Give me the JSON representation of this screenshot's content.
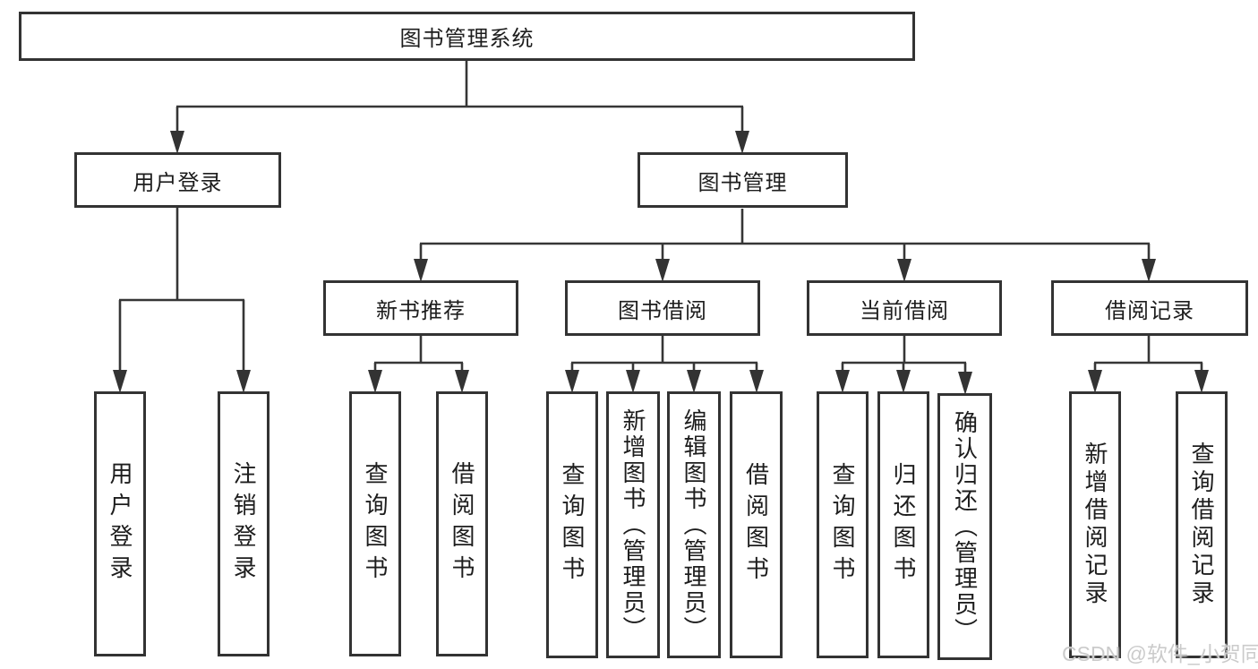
{
  "tree": {
    "label": "图书管理系统",
    "children": [
      {
        "label": "用户登录",
        "children": [
          {
            "label": "用户登录"
          },
          {
            "label": "注销登录"
          }
        ]
      },
      {
        "label": "图书管理",
        "children": [
          {
            "label": "新书推荐",
            "children": [
              {
                "label": "查询图书"
              },
              {
                "label": "借阅图书"
              }
            ]
          },
          {
            "label": "图书借阅",
            "children": [
              {
                "label": "查询图书"
              },
              {
                "label": "新增图书（管理员）"
              },
              {
                "label": "编辑图书（管理员）"
              },
              {
                "label": "借阅图书"
              }
            ]
          },
          {
            "label": "当前借阅",
            "children": [
              {
                "label": "查询图书"
              },
              {
                "label": "归还图书"
              },
              {
                "label": "确认归还（管理员）"
              }
            ]
          },
          {
            "label": "借阅记录",
            "children": [
              {
                "label": "新增借阅记录"
              },
              {
                "label": "查询借阅记录"
              }
            ]
          }
        ]
      }
    ]
  },
  "watermark": {
    "text": "CSDN @软件_小贺同学"
  },
  "colors": {
    "line": "#363636",
    "border": "#333333",
    "text": "#1d1d1d",
    "watermark": "#cbcbcb",
    "background": "#ffffff"
  }
}
